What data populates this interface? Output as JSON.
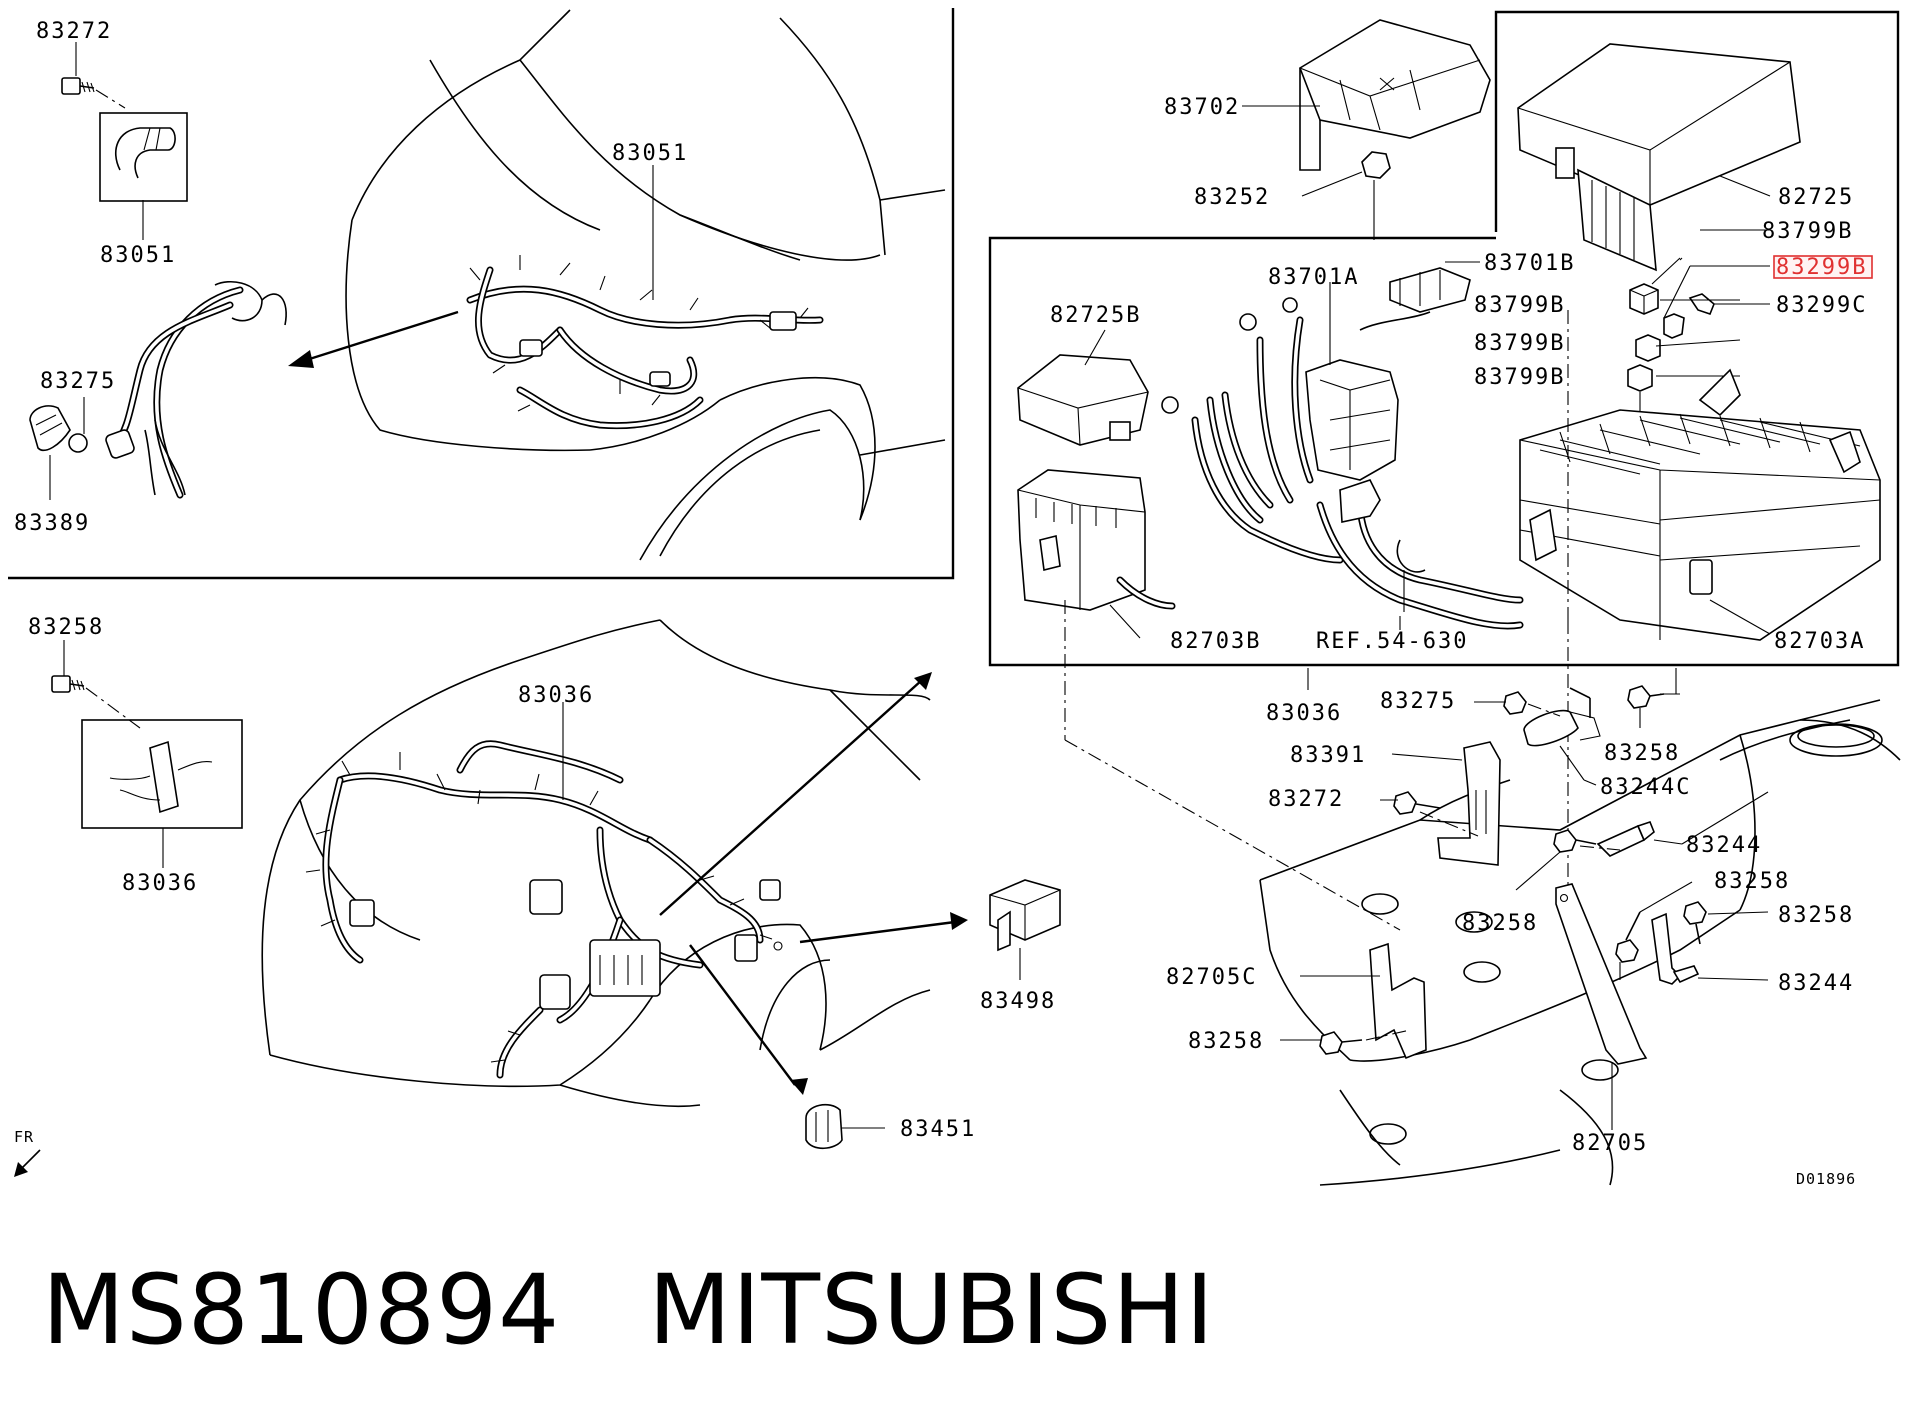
{
  "labels": {
    "tl_top": "83272",
    "tl_box": "83051",
    "tl_main": "83051",
    "tl_clip": "83275",
    "tl_boot": "83389",
    "bl_top": "83258",
    "bl_box": "83036",
    "bl_main": "83036",
    "bl_conn": "83498",
    "bl_grom": "83451",
    "r_cover": "83702",
    "r_bolt": "83252",
    "r_cap": "82725",
    "r_relay1": "83799B",
    "r_fuse_hl": "83299B",
    "r_fuse": "83299C",
    "r_relay2": "83799B",
    "r_relay3": "83799B",
    "r_relay4": "83799B",
    "r_term_a": "83701A",
    "r_term_b": "83701B",
    "r_subcap": "82725B",
    "r_subbox": "82703B",
    "r_ref": "REF.54-630",
    "r_mainbox": "82703A",
    "r_harness": "83036",
    "r_clip": "83275",
    "r_bolt2": "83258",
    "r_brk": "83391",
    "r_bolt3": "83272",
    "r_clip2": "83244C",
    "r_brk2": "83244",
    "r_bolt4": "83258",
    "r_bolt5": "83258",
    "r_bolt6": "83258",
    "r_brk3": "83244",
    "r_brk4": "82705C",
    "r_bolt7": "83258",
    "r_brk5": "82705",
    "fr": "FR",
    "code": "D01896"
  },
  "caption": {
    "part_number": "MS810894",
    "brand": "MITSUBISHI"
  },
  "colors": {
    "highlight": "#e03030",
    "line": "#000000"
  }
}
